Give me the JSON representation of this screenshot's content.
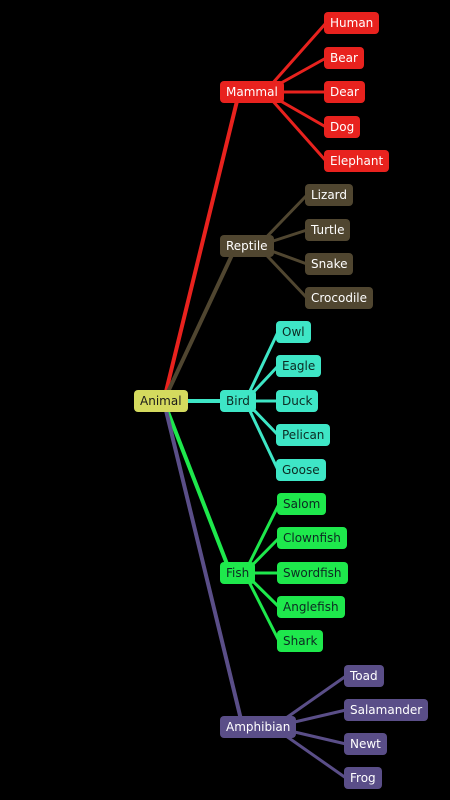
{
  "root": {
    "label": "Animal",
    "color": "#d4da5e"
  },
  "groups": [
    {
      "id": "mammal",
      "label": "Mammal",
      "color": "#e8221e",
      "children": [
        "Human",
        "Bear",
        "Dear",
        "Dog",
        "Elephant"
      ]
    },
    {
      "id": "reptile",
      "label": "Reptile",
      "color": "#504630",
      "children": [
        "Lizard",
        "Turtle",
        "Snake",
        "Crocodile"
      ]
    },
    {
      "id": "bird",
      "label": "Bird",
      "color": "#3ee6c6",
      "children": [
        "Owl",
        "Eagle",
        "Duck",
        "Pelican",
        "Goose"
      ]
    },
    {
      "id": "fish",
      "label": "Fish",
      "color": "#1ee84c",
      "children": [
        "Salom",
        "Clownfish",
        "Swordfish",
        "Anglefish",
        "Shark"
      ]
    },
    {
      "id": "amphibian",
      "label": "Amphibian",
      "color": "#5a4e88",
      "children": [
        "Toad",
        "Salamander",
        "Newt",
        "Frog"
      ]
    }
  ]
}
